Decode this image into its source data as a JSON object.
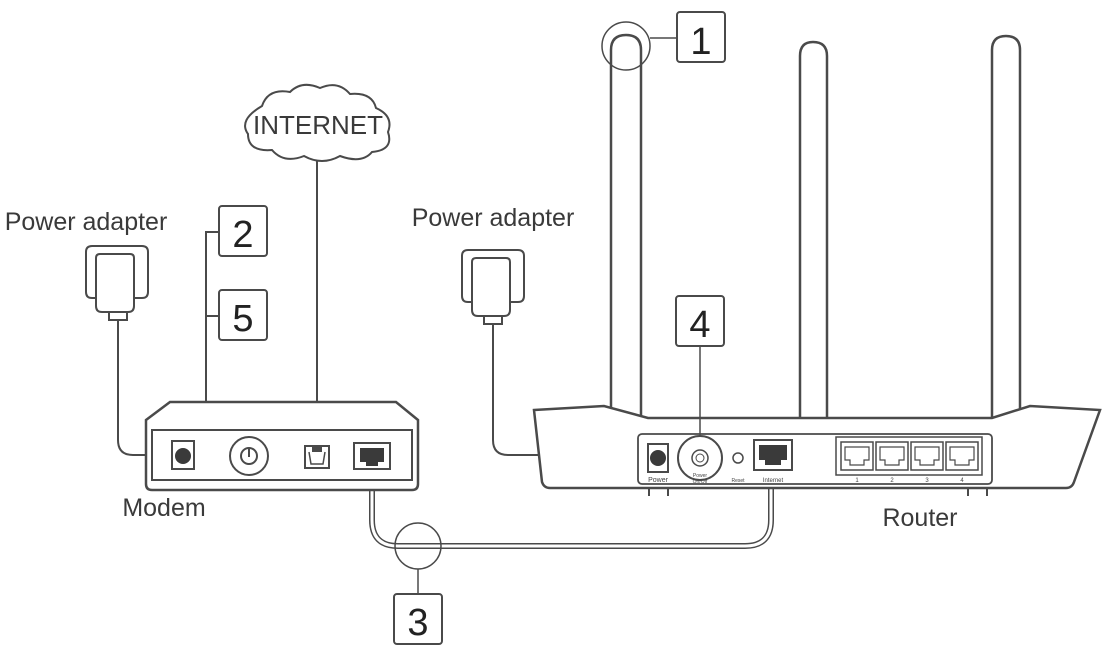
{
  "labels": {
    "internet": "INTERNET",
    "power_adapter_modem": "Power adapter",
    "power_adapter_router": "Power adapter",
    "modem": "Modem",
    "router": "Router"
  },
  "callouts": {
    "antenna": "1",
    "modem_power": "2",
    "modem_power_repeat": "5",
    "cable": "3",
    "router_power": "4"
  },
  "router_ports": {
    "power": "Power",
    "power_switch_line1": "Power",
    "power_switch_line2": "On/Off",
    "reset": "Reset",
    "internet": "Internet",
    "lan1": "1",
    "lan2": "2",
    "lan3": "3",
    "lan4": "4"
  }
}
